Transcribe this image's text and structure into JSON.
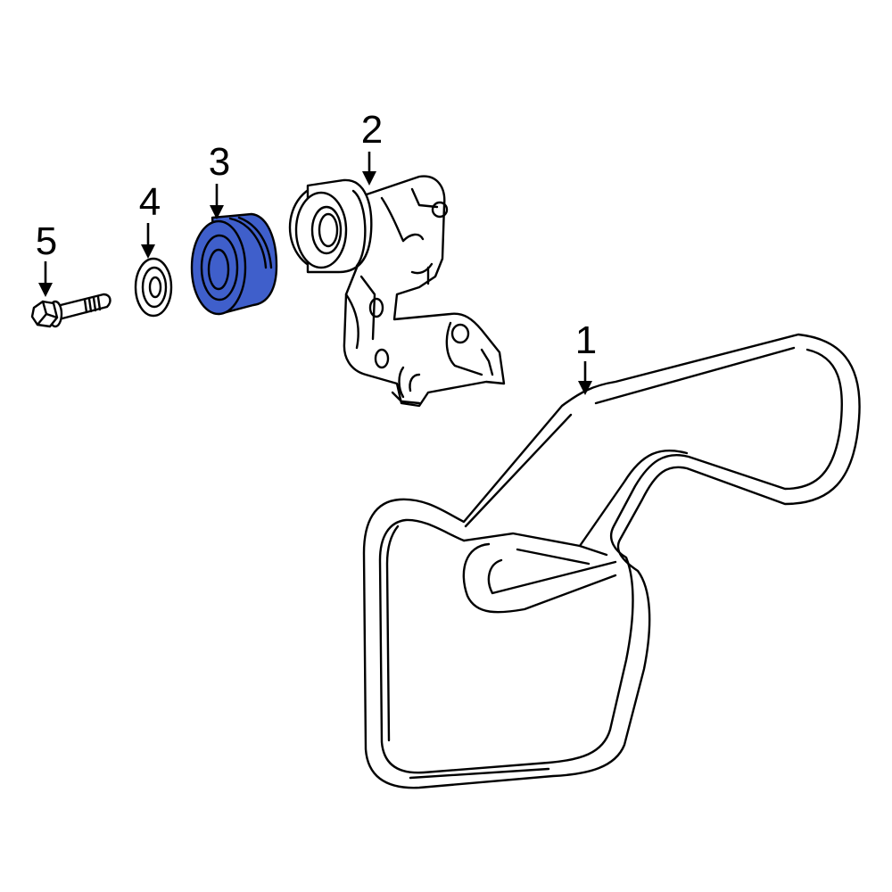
{
  "diagram": {
    "highlight_color": "#3f5fcb",
    "parts": [
      {
        "id": "part-1",
        "callout": "1",
        "name": "drive-belt"
      },
      {
        "id": "part-2",
        "callout": "2",
        "name": "belt-tensioner"
      },
      {
        "id": "part-3",
        "callout": "3",
        "name": "tensioner-pulley",
        "highlighted": true
      },
      {
        "id": "part-4",
        "callout": "4",
        "name": "washer"
      },
      {
        "id": "part-5",
        "callout": "5",
        "name": "bolt"
      }
    ]
  }
}
